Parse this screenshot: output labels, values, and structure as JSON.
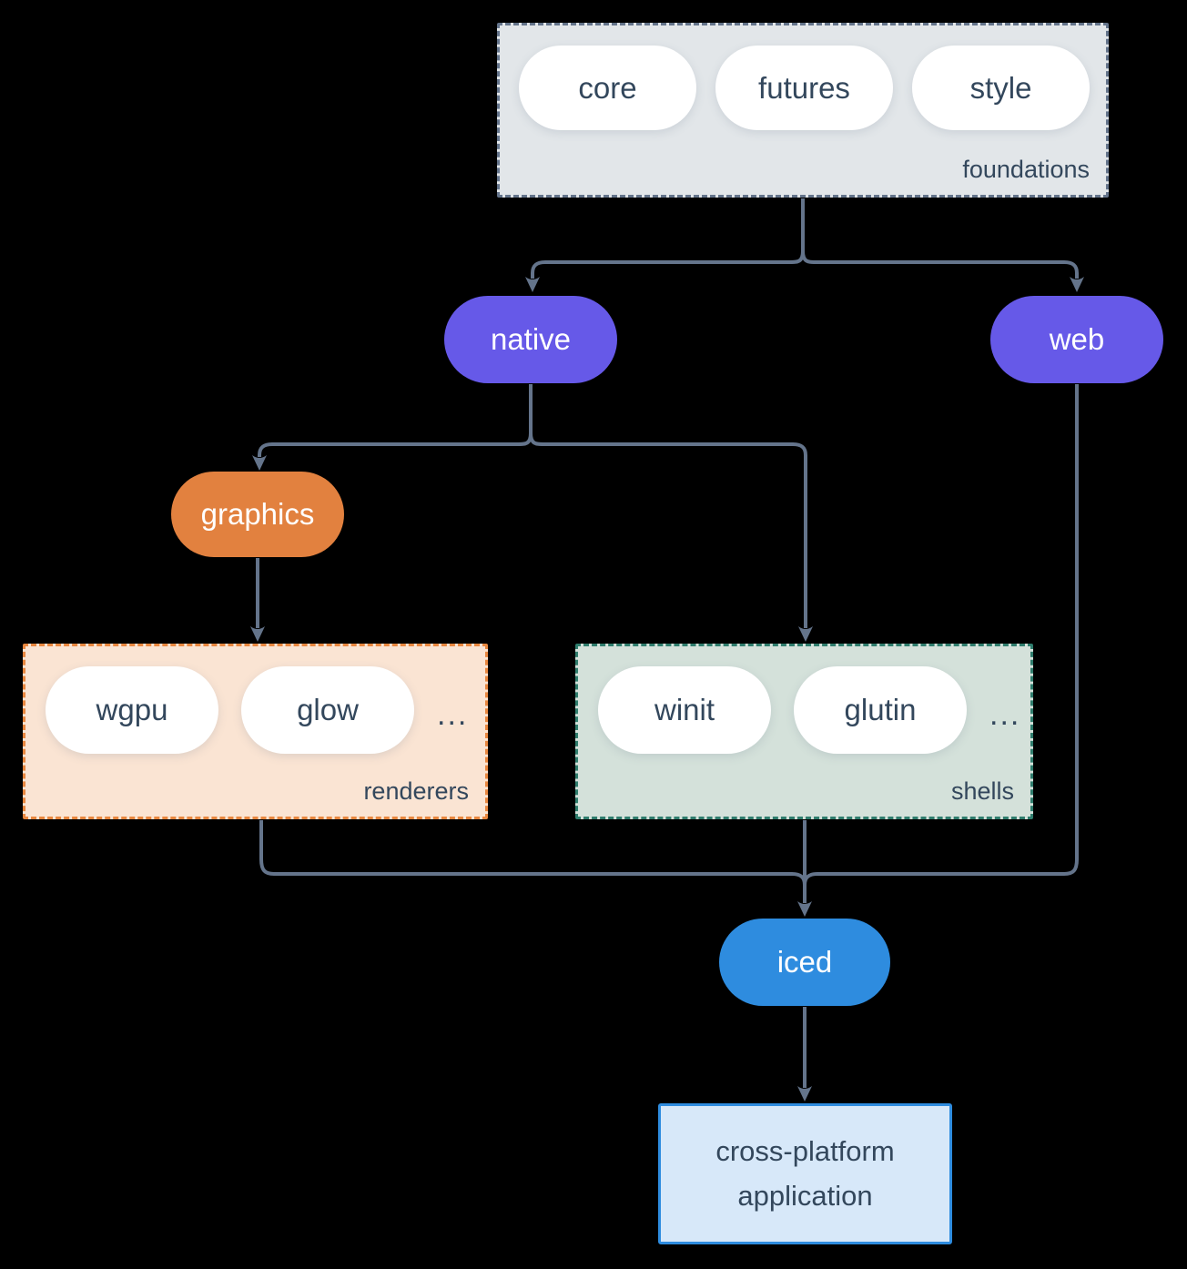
{
  "colors": {
    "background": "#000000",
    "connector": "#64748b",
    "purple_node": "#6659e8",
    "orange_node": "#e2813f",
    "blue_node": "#2e8cdf",
    "foundations_fill": "#e2e6e9",
    "foundations_border": "#64748b",
    "renderers_fill": "#fae4d3",
    "renderers_border": "#e8873f",
    "shells_fill": "#d4e1da",
    "shells_border": "#2f7d6d",
    "app_fill": "#d7e8f9",
    "app_border": "#2e8cdf",
    "text_dark": "#33475c",
    "text_light": "#ffffff"
  },
  "foundations": {
    "label": "foundations",
    "pills": [
      "core",
      "futures",
      "style"
    ]
  },
  "native": {
    "label": "native"
  },
  "web": {
    "label": "web"
  },
  "graphics": {
    "label": "graphics"
  },
  "renderers": {
    "label": "renderers",
    "pills": [
      "wgpu",
      "glow"
    ],
    "ellipsis": "..."
  },
  "shells": {
    "label": "shells",
    "pills": [
      "winit",
      "glutin"
    ],
    "ellipsis": "..."
  },
  "iced": {
    "label": "iced"
  },
  "application": {
    "line1": "cross-platform",
    "line2": "application"
  }
}
